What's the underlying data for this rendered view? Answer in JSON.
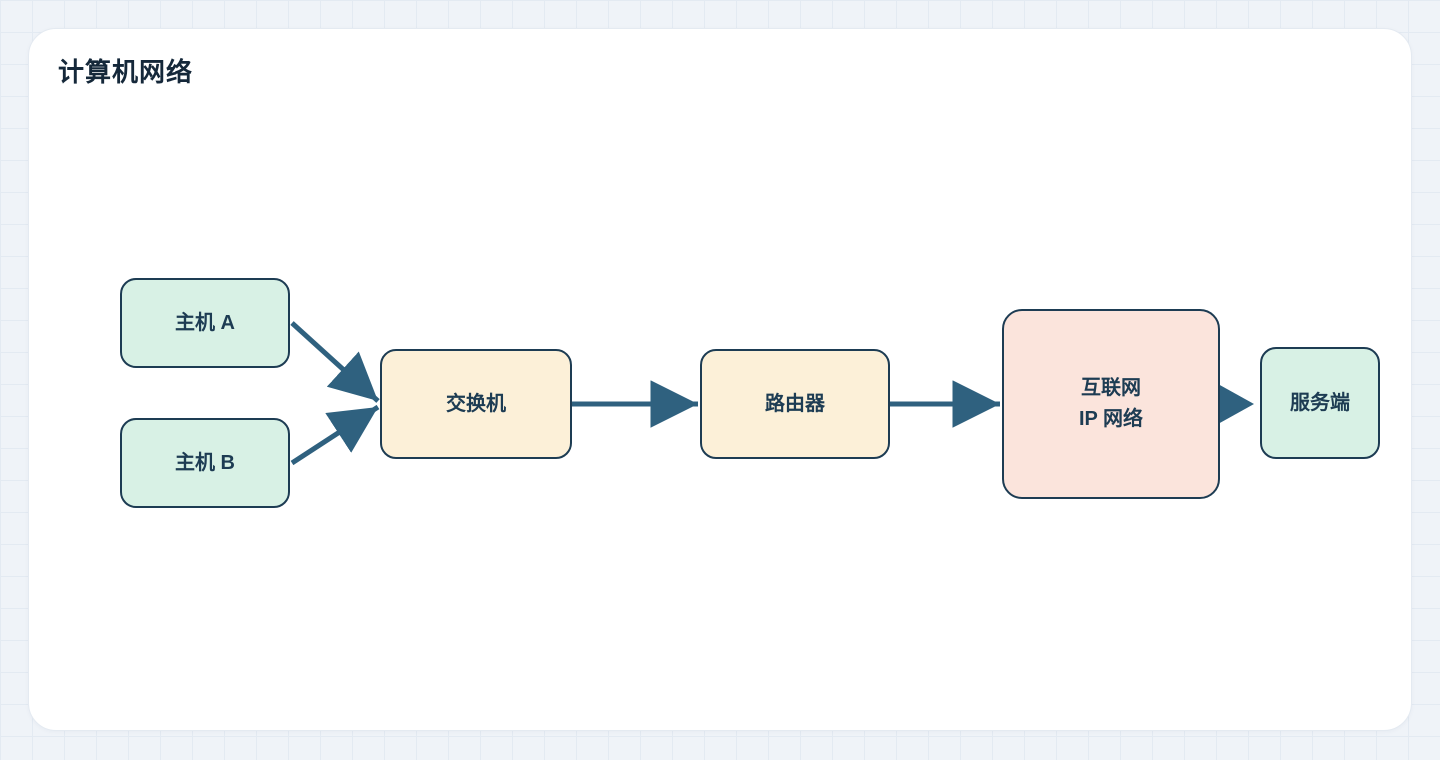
{
  "title": "计算机网络",
  "colors": {
    "background": "#eff3f8",
    "grid_line": "#e3eaf2",
    "panel": "#ffffff",
    "panel_border": "#e4eaf1",
    "title_text": "#15283a",
    "node_border": "#1d3c53",
    "node_text": "#1d3c53",
    "mint": "#d8f1e5",
    "cream": "#fcf0d8",
    "pink": "#fbe4dc",
    "arrow": "#2f617f"
  },
  "nodes": {
    "host_a": {
      "label": "主机 A"
    },
    "host_b": {
      "label": "主机 B"
    },
    "switch": {
      "label": "交换机"
    },
    "router": {
      "label": "路由器"
    },
    "internet": {
      "label_line1": "互联网",
      "label_line2": "IP 网络"
    },
    "server": {
      "label": "服务端"
    }
  },
  "edges": [
    {
      "from": "主机 A",
      "to": "交换机"
    },
    {
      "from": "主机 B",
      "to": "交换机"
    },
    {
      "from": "交换机",
      "to": "路由器"
    },
    {
      "from": "路由器",
      "to": "互联网 IP 网络"
    },
    {
      "from": "互联网 IP 网络",
      "to": "服务端"
    }
  ]
}
